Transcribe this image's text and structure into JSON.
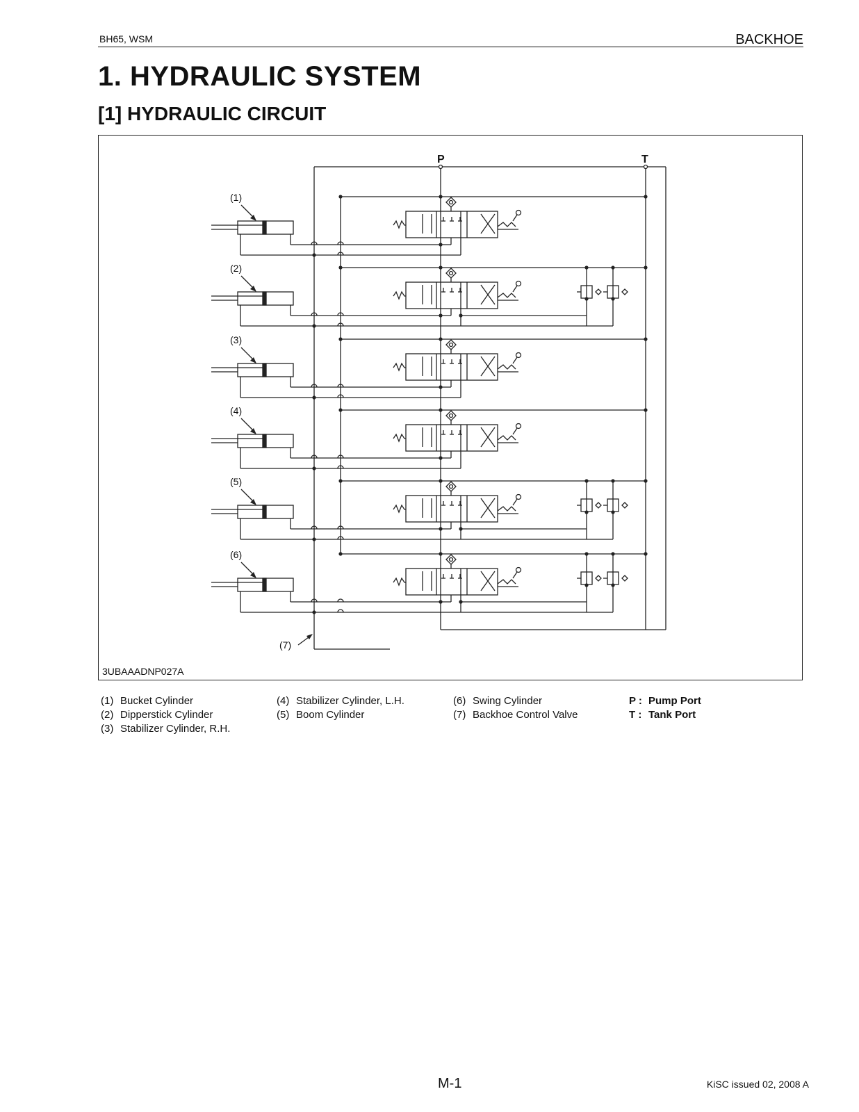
{
  "header": {
    "doc_id": "BH65, WSM",
    "section": "BACKHOE"
  },
  "title": "1.  HYDRAULIC  SYSTEM",
  "subtitle": "[1]  HYDRAULIC  CIRCUIT",
  "figure": {
    "code": "3UBAAADNP027A",
    "port_p": "P",
    "port_t": "T",
    "callouts": [
      "(1)",
      "(2)",
      "(3)",
      "(4)",
      "(5)",
      "(6)",
      "(7)"
    ]
  },
  "legend": {
    "col1": [
      {
        "num": "(1)",
        "text": "Bucket Cylinder"
      },
      {
        "num": "(2)",
        "text": "Dipperstick Cylinder"
      },
      {
        "num": "(3)",
        "text": "Stabilizer Cylinder, R.H."
      }
    ],
    "col2": [
      {
        "num": "(4)",
        "text": "Stabilizer Cylinder, L.H."
      },
      {
        "num": "(5)",
        "text": "Boom Cylinder"
      }
    ],
    "col3": [
      {
        "num": "(6)",
        "text": "Swing Cylinder"
      },
      {
        "num": "(7)",
        "text": "Backhoe Control Valve"
      }
    ],
    "col4": [
      {
        "num": "P :",
        "text": "Pump Port"
      },
      {
        "num": "T :",
        "text": "Tank Port"
      }
    ]
  },
  "footer": {
    "page": "M-1",
    "issue": "KiSC issued 02, 2008 A"
  }
}
